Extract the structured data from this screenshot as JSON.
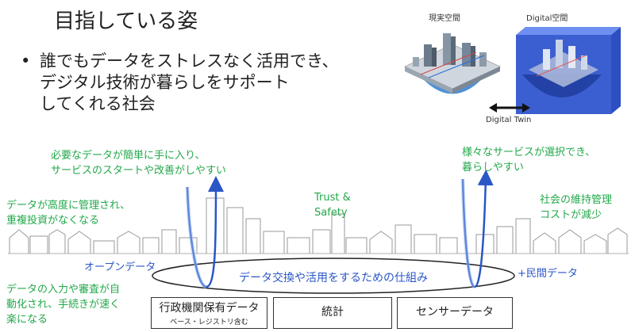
{
  "title": "目指している姿",
  "bullet": {
    "marker": "•",
    "lines": [
      "誰でもデータをストレスなく活用でき、",
      "デジタル技術が暮らしをサポート",
      "してくれる社会"
    ]
  },
  "twin": {
    "real_label": "現実空間",
    "digital_label": "Digital空間",
    "twin_label": "Digital Twin"
  },
  "annotations": {
    "top_left": [
      "必要なデータが簡単に手に入り、",
      "サービスのスタートや改善がしやすい"
    ],
    "left": [
      "データが高度に管理され、",
      "重複投資がなくなる"
    ],
    "trust": [
      "Trust &",
      "Safety"
    ],
    "top_right": [
      "様々なサービスが選択でき、",
      "暮らしやすい"
    ],
    "right": [
      "社会の維持管理",
      "コストが減少"
    ],
    "bottom_left": [
      "データの入力や審査が自",
      "動化され、手続きが速く",
      "楽になる"
    ]
  },
  "labels": {
    "open_data": "オープンデータ",
    "private_data": "+民間データ",
    "ellipse": "データ交換や活用をするための仕組み"
  },
  "boxes": {
    "gov": {
      "label": "行政機関保有データ",
      "sub": "ベース・レジストリ含む"
    },
    "stats": {
      "label": "統計"
    },
    "sensor": {
      "label": "センサーデータ"
    }
  },
  "colors": {
    "green": "#22a84a",
    "blue": "#2a56c6",
    "city_outline": "#999999",
    "digital_cube": "#3b5fd0"
  }
}
